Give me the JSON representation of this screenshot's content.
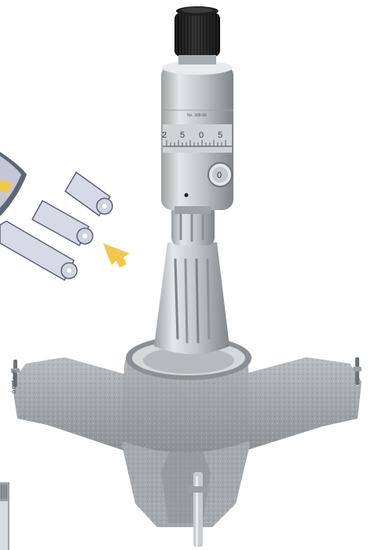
{
  "photo": {
    "subject": "Holtest three-point internal micrometer with setting ring",
    "thimble_scale_labels": [
      "2",
      "5",
      "0",
      "5"
    ],
    "lock_dial_label": "0",
    "brand_text": "No. 368-96",
    "side_label": "0.005mm",
    "colors": {
      "background": "#ffffff",
      "metal": "#c6cacd",
      "metal_dark": "#8f9599",
      "knob": "#141414",
      "probe_fill": "#d6d9e6",
      "arrow": "#f5c64a"
    }
  }
}
